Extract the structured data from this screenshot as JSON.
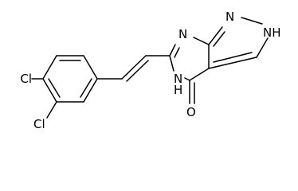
{
  "molecule": {
    "atom_labels": {
      "n_ring_upper": "N",
      "n_pyrazole_1": "N",
      "nh_pyrazole_2": "NH",
      "cl_para": "Cl",
      "cl_meta": "Cl",
      "nh_ring_lower": "N",
      "h_ring_lower": "H",
      "o_carbonyl": "O"
    }
  }
}
